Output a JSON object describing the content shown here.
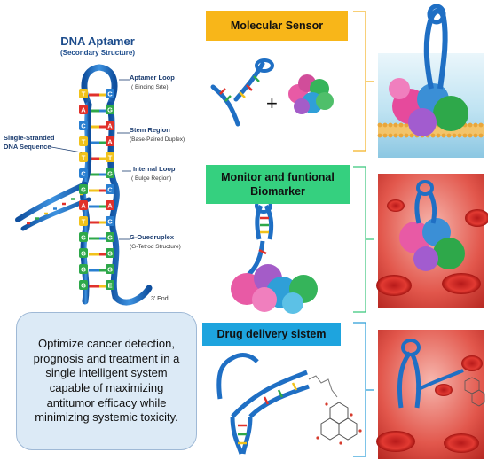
{
  "aptamer": {
    "title": "DNA Aptamer",
    "subtitle": "(Secondary Structure)",
    "labels": {
      "loop": "Aptamer Loop",
      "loop_sub": "( Binding Srte)",
      "stem": "Stem Region",
      "stem_sub": "(Base-Paired Duplex)",
      "ss1": "Single-Stranded",
      "ss2": "DNA Sequence",
      "internal": "Internal Loop",
      "internal_sub": "( Bulge Region)",
      "gq": "G-Ouedruplex",
      "gq_sub": "(G-Tetrod Structure)",
      "end": "3' End"
    },
    "bases_left": [
      "T",
      "A",
      "C",
      "T",
      "T",
      "C",
      "G",
      "A",
      "T",
      "G",
      "G",
      "G",
      "G"
    ],
    "bases_right": [
      "C",
      "G",
      "A",
      "A",
      "T",
      "G",
      "C",
      "A",
      "C",
      "G",
      "G",
      "G",
      "E"
    ]
  },
  "summary": "Optimize cancer detection, prognosis and treatment in a single intelligent system capable of maximizing antitumor efficacy while minimizing systemic toxicity.",
  "panels": {
    "sensor_title": "Molecular Sensor",
    "biomarker_title": "Monitor and funtional Biomarker",
    "drug_title": "Drug delivery sistem",
    "plus": "+"
  },
  "colors": {
    "backbone": "#1f6fc4",
    "base_red": "#e0312b",
    "base_green": "#2ea84a",
    "base_yellow": "#f1c21b",
    "base_blue": "#2a7fd1",
    "sensor": "#f8b619",
    "biomarker": "#35d07f",
    "drug": "#1ea4de"
  }
}
